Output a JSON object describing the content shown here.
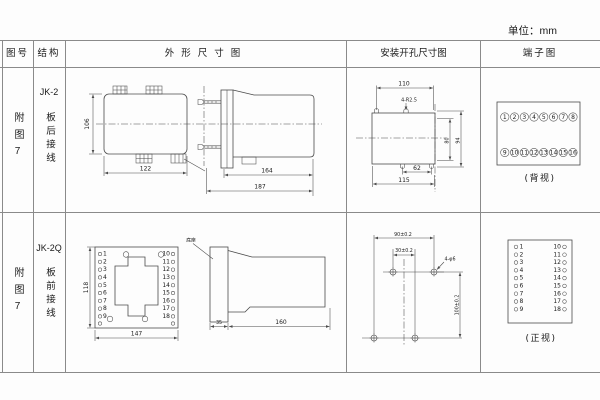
{
  "unit_label": "单位：mm",
  "colors": {
    "line": "#4a4a4a",
    "grid": "#8a8a8a",
    "text": "#1a1a1a"
  },
  "header": {
    "col_fig": "图号",
    "col_struct": "结构",
    "col_outline": "外形尺寸图",
    "col_mounting": "安装开孔尺寸图",
    "col_terminal": "端子图"
  },
  "rows": [
    {
      "fig_no": "附图7",
      "model": "JK-2",
      "wiring": "板后接线",
      "outline": {
        "height": "106",
        "width": "122",
        "body_len": "164",
        "total_len": "187"
      },
      "mounting": {
        "top_width": "110",
        "corner_note": "4-R2.5",
        "inner_height": "80",
        "outer_height": "94",
        "bottom_inner": "62",
        "bottom_width": "115"
      },
      "terminal": {
        "top_row": [
          "1",
          "2",
          "3",
          "4",
          "5",
          "6",
          "7",
          "8"
        ],
        "bottom_row": [
          "9",
          "10",
          "11",
          "12",
          "13",
          "14",
          "15",
          "16"
        ],
        "caption": "(背视)"
      }
    },
    {
      "fig_no": "附图7",
      "model": "JK-2Q",
      "wiring": "板前接线",
      "outline": {
        "height": "118",
        "width": "147",
        "flange": "35",
        "body_len": "160",
        "base_label": "底座",
        "left_terminals": [
          "1",
          "2",
          "3",
          "4",
          "5",
          "6",
          "7",
          "8",
          "9"
        ],
        "right_terminals": [
          "10",
          "11",
          "12",
          "13",
          "14",
          "15",
          "16",
          "17",
          "18"
        ]
      },
      "mounting": {
        "h_span": "90±0.2",
        "h_inner": "30±0.2",
        "holes_note": "4-φ6",
        "v_span": "100±0.2"
      },
      "terminal": {
        "left": [
          "1",
          "2",
          "3",
          "4",
          "5",
          "6",
          "7",
          "8",
          "9"
        ],
        "right": [
          "10",
          "11",
          "12",
          "13",
          "14",
          "15",
          "16",
          "17",
          "18"
        ],
        "caption": "(正视)"
      }
    }
  ]
}
